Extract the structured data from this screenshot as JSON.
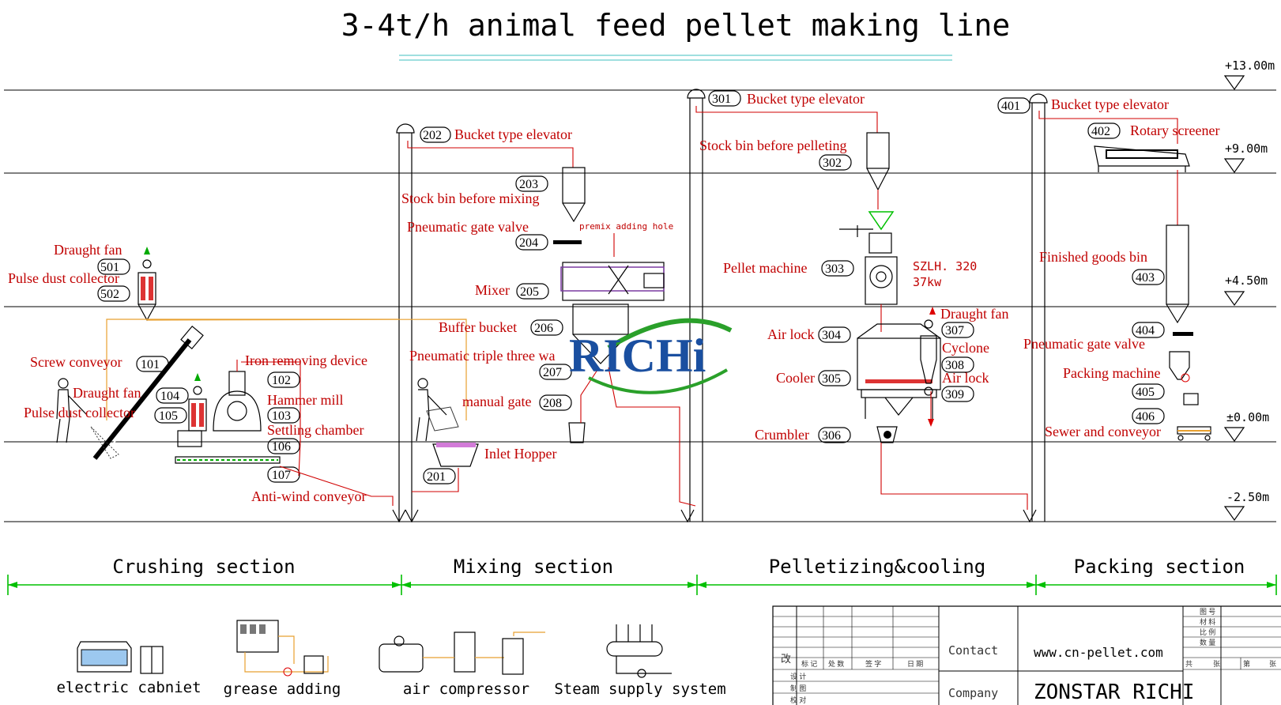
{
  "title": "3-4t/h animal feed pellet making line",
  "levels": [
    "+13.00m",
    "+9.00m",
    "+4.50m",
    "±0.00m",
    "-2.50m"
  ],
  "sections": [
    "Crushing section",
    "Mixing section",
    "Pelletizing&cooling",
    "Packing section"
  ],
  "crushing": {
    "draught_fan_501": "Draught fan",
    "n501": "501",
    "pulse_dust_collector_502": "Pulse dust collector",
    "n502": "502",
    "screw_conveyor": "Screw conveyor",
    "n101": "101",
    "draught_fan_104": "Draught fan",
    "n104": "104",
    "pulse_dust_collector_105": "Pulse dust collector",
    "n105": "105",
    "iron_removing": "Iron removing device",
    "n102": "102",
    "hammer_mill": "Hammer mill",
    "n103": "103",
    "settling_chamber": "Settling chamber",
    "n106": "106",
    "n107": "107",
    "anti_wind_conveyor": "Anti-wind conveyor"
  },
  "mixing": {
    "bucket_elevator": "Bucket type elevator",
    "n202": "202",
    "n203": "203",
    "stock_bin": "Stock bin before mixing",
    "pneumatic_gate": "Pneumatic gate valve",
    "n204": "204",
    "premix": "premix adding hole",
    "mixer": "Mixer",
    "n205": "205",
    "buffer_bucket": "Buffer bucket",
    "n206": "206",
    "triple_valve": "Pneumatic triple three wa",
    "n207": "207",
    "manual_gate": "manual gate",
    "n208": "208",
    "inlet_hopper": "Inlet Hopper",
    "n201": "201"
  },
  "pelletizing": {
    "n301": "301",
    "bucket_elevator": "Bucket type elevator",
    "stock_bin": "Stock bin before pelleting",
    "n302": "302",
    "pellet_machine": "Pellet machine",
    "n303": "303",
    "model": "SZLH. 320",
    "power": "37kw",
    "air_lock_304": "Air lock",
    "n304": "304",
    "draught_fan": "Draught fan",
    "n307": "307",
    "cyclone": "Cyclone",
    "n308": "308",
    "air_lock_309": "Air lock",
    "n309": "309",
    "cooler": "Cooler",
    "n305": "305",
    "crumbler": "Crumbler",
    "n306": "306"
  },
  "packing": {
    "n401": "401",
    "bucket_elevator": "Bucket type elevator",
    "n402": "402",
    "rotary_screener": "Rotary screener",
    "finished_bin": "Finished goods bin",
    "n403": "403",
    "n404": "404",
    "pneumatic_gate": "Pneumatic gate valve",
    "packing_machine": "Packing machine",
    "n405": "405",
    "n406": "406",
    "sewer_conveyor": "Sewer and conveyor"
  },
  "logo": "RICHi",
  "utilities": [
    "electric cabniet",
    "grease adding",
    "air compressor",
    "Steam supply system"
  ],
  "title_block": {
    "contact_label": "Contact",
    "contact_value": "www.cn-pellet.com",
    "company_label": "Company",
    "company_value": "ZONSTAR RICHI",
    "gai": "改",
    "rev_headers": [
      "标 记",
      "处 数",
      "签 字",
      "日 期"
    ],
    "rows": [
      "设 计",
      "制 图",
      "校 对"
    ],
    "right_labels": [
      "图 号",
      "材 料",
      "比 例",
      "数 量"
    ],
    "sheet": [
      "共",
      "张",
      "第",
      "张"
    ]
  },
  "colors": {
    "flow_line": "#d00000",
    "air_line": "#e8a030",
    "dimension": "#00c000",
    "logo_blue": "#1a4fa0",
    "logo_green": "#2aa02a"
  }
}
